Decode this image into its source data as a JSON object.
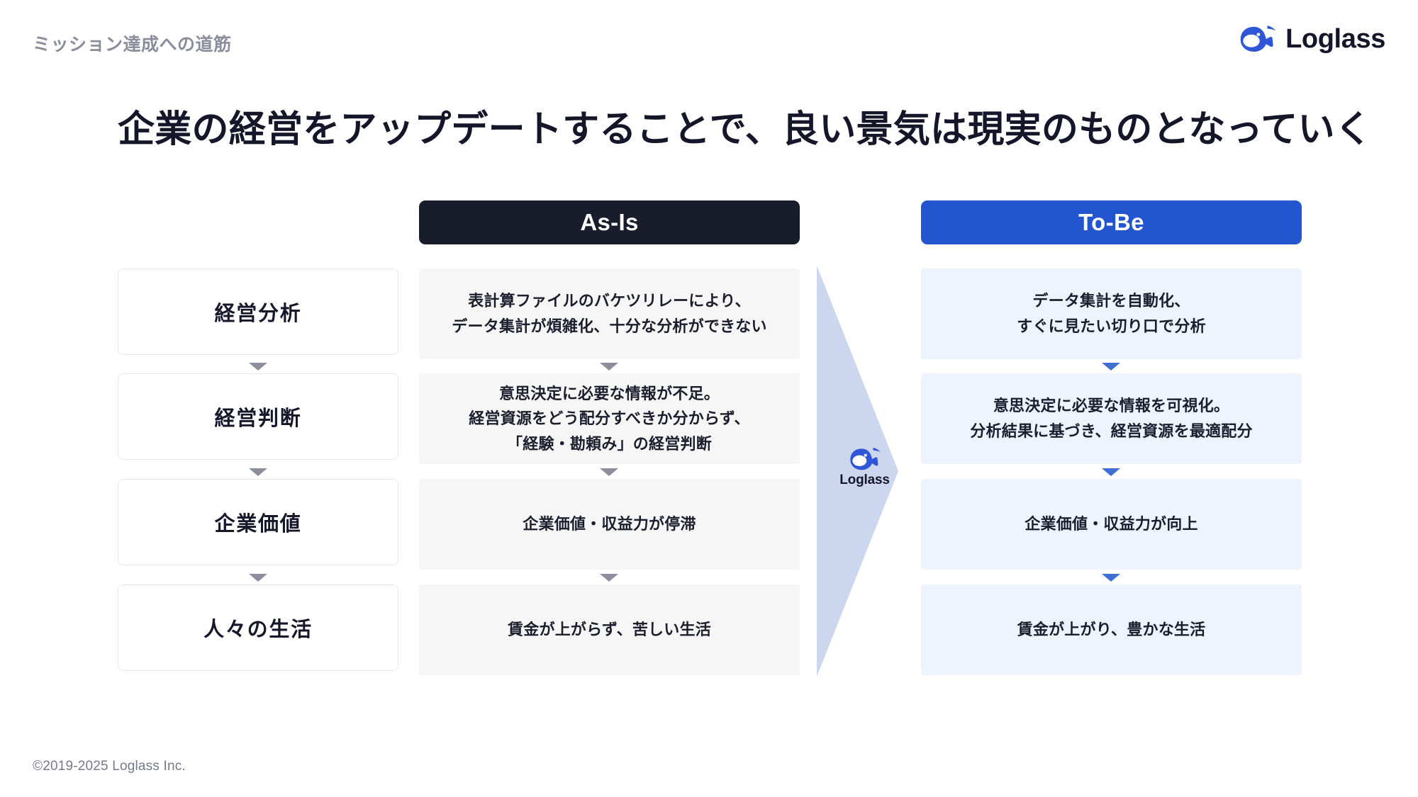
{
  "header": {
    "eyebrow": "ミッション達成への道筋",
    "brand_name": "Loglass",
    "brand_mark_icon": "whale-icon"
  },
  "title": "企業の経営をアップデートすることで、良い景気は現実のものとなっていく",
  "columns": {
    "asis_header": "As-Is",
    "tobe_header": "To-Be",
    "asis_header_color": "#191c2b",
    "tobe_header_color": "#2355ce"
  },
  "center_arrow": {
    "brand_name": "Loglass",
    "brand_mark_icon": "whale-icon",
    "fill_color": "#ccd6ef"
  },
  "rows": [
    {
      "label": "経営分析",
      "asis": "表計算ファイルのバケツリレーにより、\nデータ集計が煩雑化、十分な分析ができない",
      "tobe": "データ集計を自動化、\nすぐに見たい切り口で分析"
    },
    {
      "label": "経営判断",
      "asis": "意思決定に必要な情報が不足。\n経営資源をどう配分すべきか分からず、\n「経験・勘頼み」の経営判断",
      "tobe": "意思決定に必要な情報を可視化。\n分析結果に基づき、経営資源を最適配分"
    },
    {
      "label": "企業価値",
      "asis": "企業価値・収益力が停滞",
      "tobe": "企業価値・収益力が向上"
    },
    {
      "label": "人々の生活",
      "asis": "賃金が上がらず、苦しい生活",
      "tobe": "賃金が上がり、豊かな生活"
    }
  ],
  "connectors": {
    "asis_arrow_color": "#8b8e9c",
    "label_arrow_color": "#8b8e9c",
    "tobe_arrow_color": "#3f6fd4",
    "icon": "triangle-down-icon"
  },
  "footer": "©2019-2025 Loglass Inc."
}
